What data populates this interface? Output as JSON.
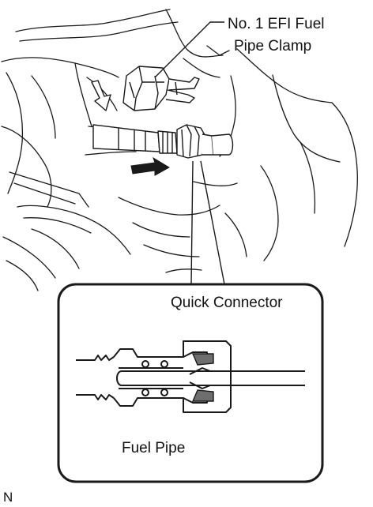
{
  "labels": {
    "clamp_line1": "No. 1 EFI Fuel",
    "clamp_line2": "Pipe Clamp",
    "quick_connector": "Quick Connector",
    "fuel_pipe": "Fuel Pipe",
    "figure_code": "N"
  },
  "colors": {
    "line": "#1a1a1a",
    "background": "#ffffff",
    "shade": "#6e6e6e"
  }
}
